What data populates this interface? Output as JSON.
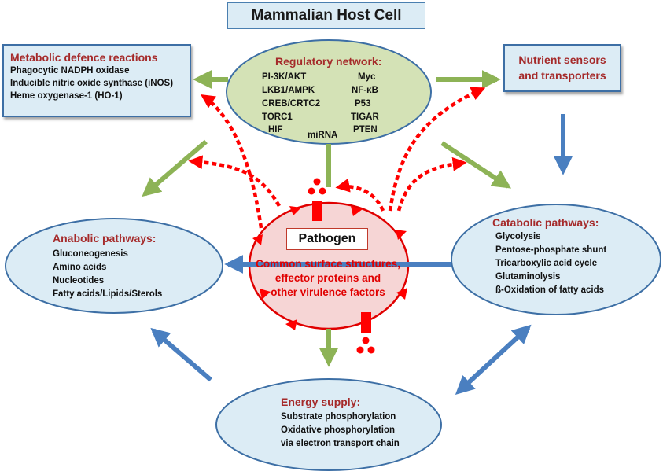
{
  "title": "Mammalian Host Cell",
  "metabolic": {
    "heading": "Metabolic defence reactions",
    "items": [
      "Phagocytic NADPH oxidase",
      "Inducible nitric oxide synthase (iNOS)",
      "Heme oxygenase-1 (HO-1)"
    ]
  },
  "regulatory": {
    "heading": "Regulatory network:",
    "items": [
      "PI-3K/AKT",
      "Myc",
      "LKB1/AMPK",
      "NF-κB",
      "CREB/CRTC2",
      "P53",
      "TORC1",
      "TIGAR",
      "HIF",
      "miRNA",
      "PTEN"
    ]
  },
  "nutrient": {
    "line1": "Nutrient sensors",
    "line2": "and transporters"
  },
  "anabolic": {
    "heading": "Anabolic pathways:",
    "items": [
      "Gluconeogenesis",
      "Amino acids",
      "Nucleotides",
      "Fatty acids/Lipids/Sterols"
    ]
  },
  "catabolic": {
    "heading": "Catabolic pathways:",
    "items": [
      "Glycolysis",
      "Pentose-phosphate shunt",
      "Tricarboxylic acid cycle",
      "Glutaminolysis",
      "ß-Oxidation of fatty acids"
    ]
  },
  "pathogen": {
    "label": "Pathogen",
    "desc": [
      "Common surface structures,",
      "effector proteins and",
      "other virulence factors"
    ]
  },
  "energy": {
    "heading": "Energy supply:",
    "items": [
      "Substrate phosphorylation",
      "Oxidative phosphorylation",
      "via electron transport chain"
    ]
  },
  "colors": {
    "green_arrow": "#8db356",
    "blue_arrow": "#4a7fc0",
    "red_dashed": "#ff0000",
    "ellipse_blue": "#dcecf5",
    "ellipse_green": "#d4e2b6",
    "pathogen_fill": "#f6d5d5",
    "heading_red": "#a52a2a"
  }
}
